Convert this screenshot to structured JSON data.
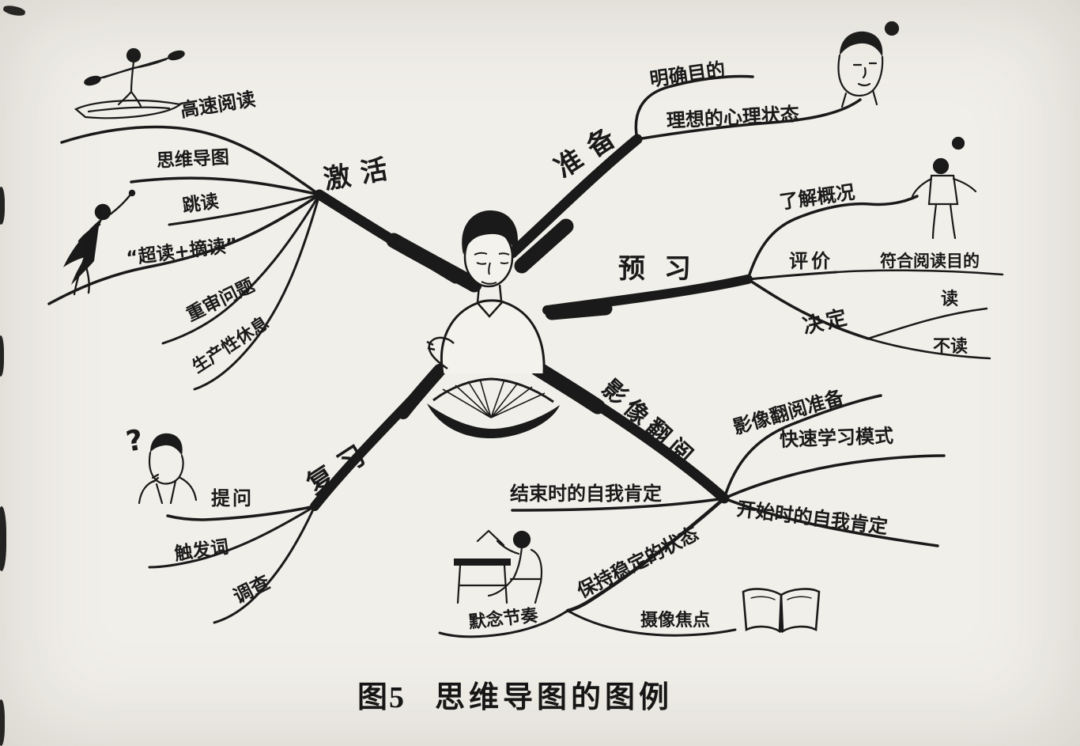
{
  "figure": {
    "caption_prefix": "图5",
    "caption_title": "思维导图的图例"
  },
  "map": {
    "activate": {
      "label": "激活",
      "items": [
        "高速阅读",
        "思维导图",
        "跳读",
        "“超读+摘读”",
        "重审问题",
        "生产性休息"
      ]
    },
    "prepare": {
      "label": "准备",
      "items": [
        "明确目的",
        "理想的心理状态"
      ]
    },
    "preview": {
      "label": "预习",
      "items": [
        "了解概况",
        "评价",
        "符合阅读目的",
        "决定",
        "读",
        "不读"
      ]
    },
    "photoread": {
      "label": "影像翻阅",
      "items": [
        "影像翻阅准备",
        "快速学习模式",
        "结束时的自我肯定",
        "开始时的自我肯定",
        "保持稳定的状态",
        "默念节奏",
        "摄像焦点"
      ]
    },
    "review": {
      "label": "复习",
      "items": [
        "提问",
        "触发词",
        "调查"
      ]
    }
  },
  "doodles": {
    "question_mark": "?",
    "illustrations": [
      "kayaker",
      "superhero",
      "man-head",
      "juggler",
      "thinker-with-question",
      "desk-reader",
      "open-book",
      "center-reader"
    ]
  },
  "colors": {
    "ink": "#1a1a1a",
    "paper": "#f1efe9"
  }
}
